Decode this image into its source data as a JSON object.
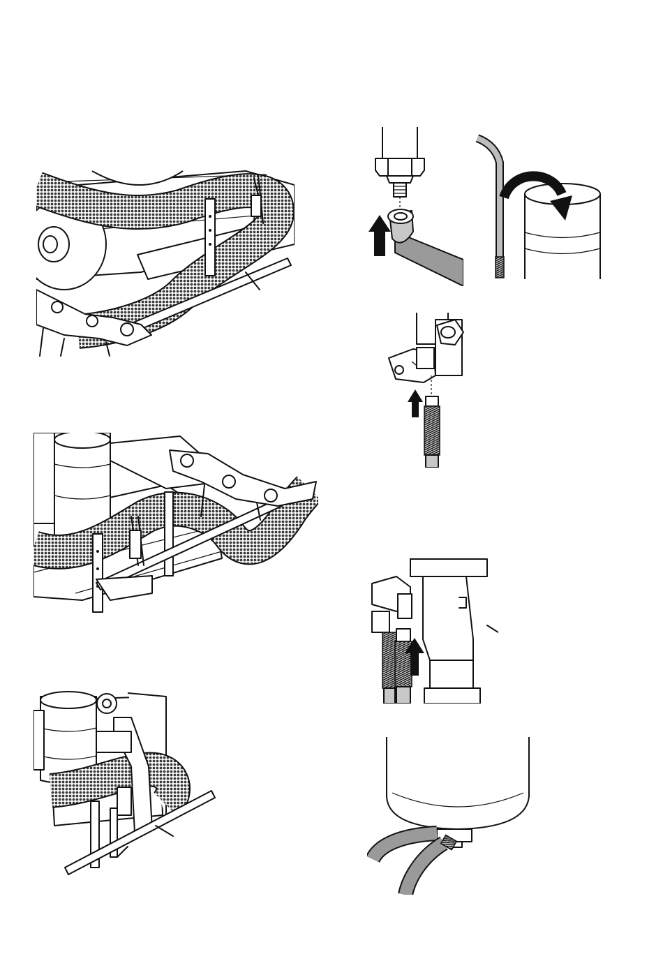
{
  "page": {
    "background": "#ffffff",
    "ink": "#111111",
    "hose_fill": "#555555"
  },
  "figures": [
    {
      "id": "fig-1",
      "icon": "sprayer-on-cart-rear-view"
    },
    {
      "id": "fig-2",
      "icon": "sprayer-on-cart-side-view"
    },
    {
      "id": "fig-3",
      "icon": "sprayer-folded-upright"
    },
    {
      "id": "fig-4",
      "icon": "pump-outlet-fitting-up-arrow"
    },
    {
      "id": "fig-5",
      "icon": "suction-tube-into-bucket-arrow"
    },
    {
      "id": "fig-6",
      "icon": "fluid-hose-connect-to-valve"
    },
    {
      "id": "fig-7",
      "icon": "hose-connect-to-filter"
    },
    {
      "id": "fig-8",
      "icon": "hoses-under-tank"
    }
  ]
}
